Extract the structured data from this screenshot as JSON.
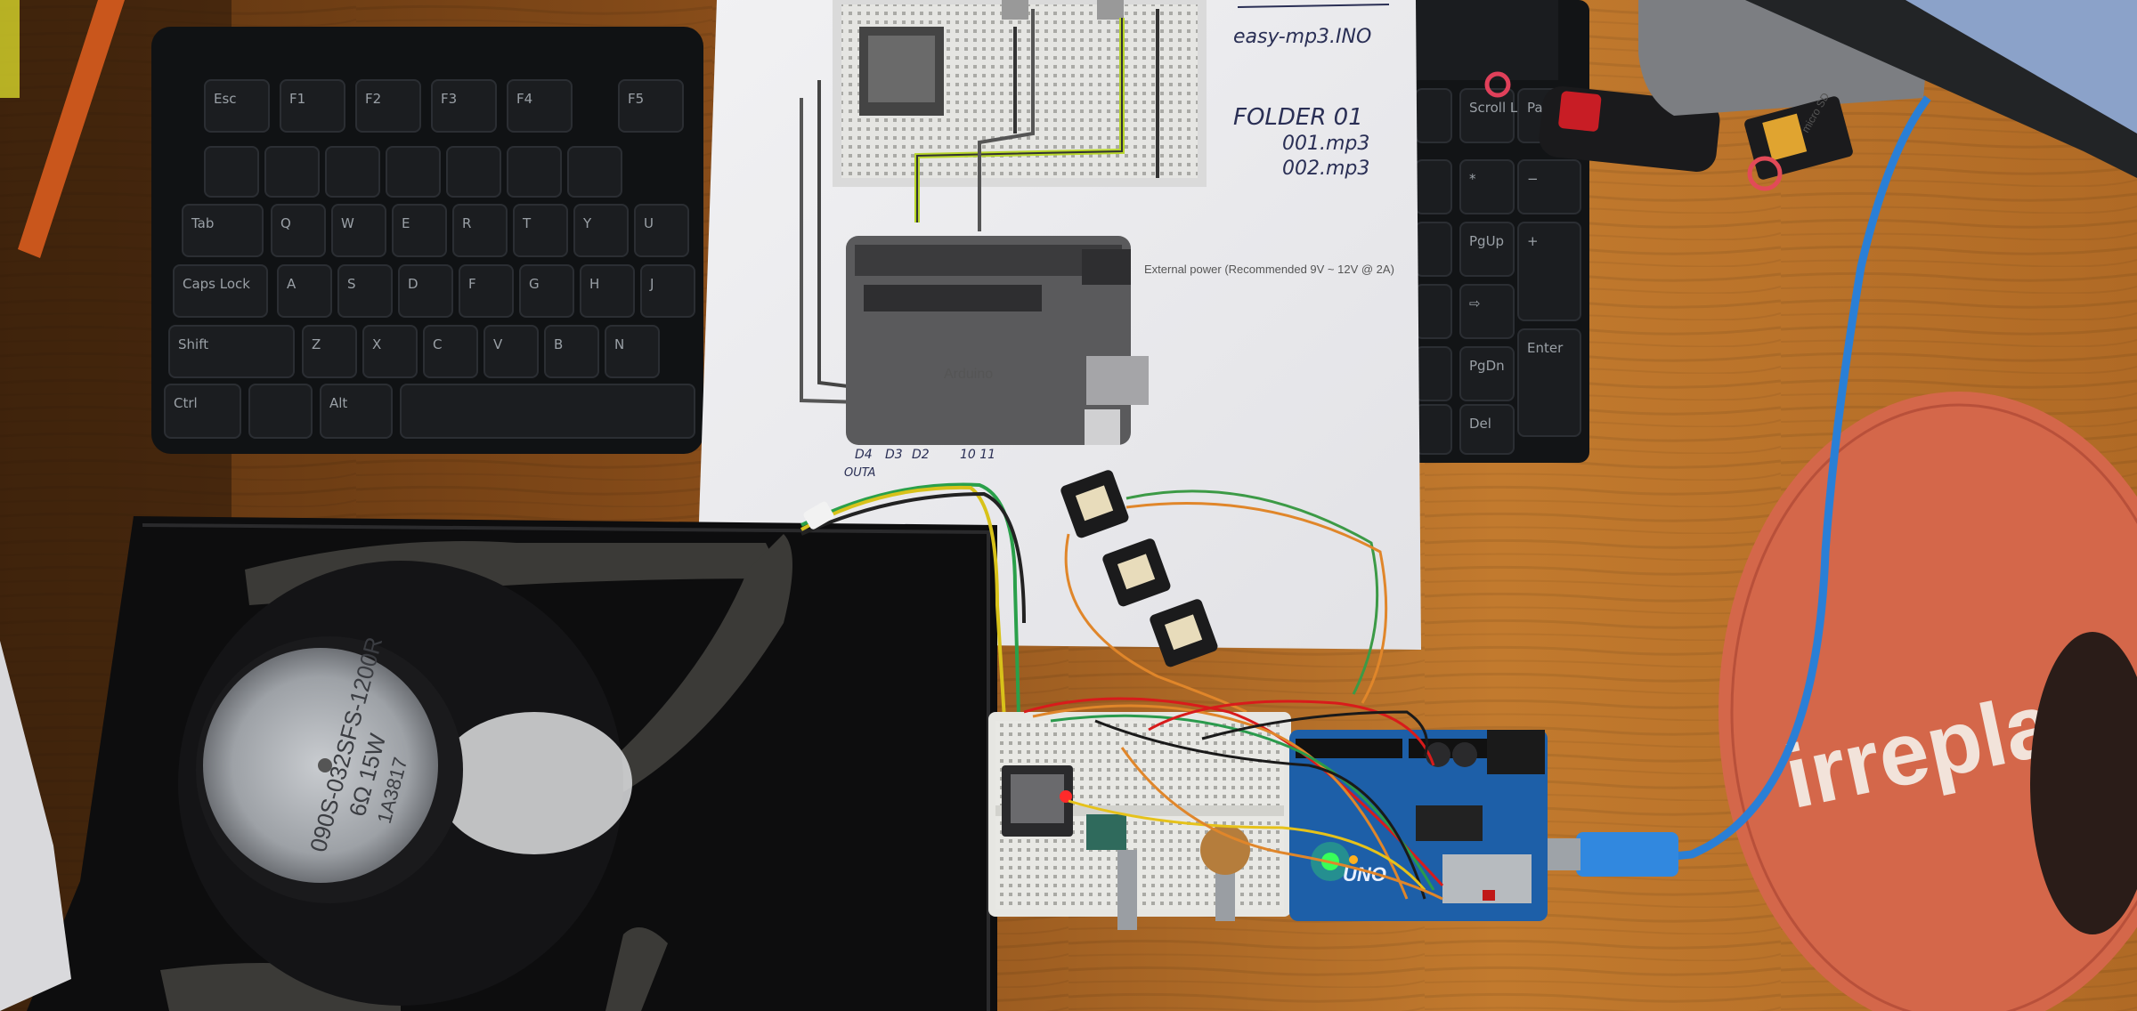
{
  "photo": {
    "description_tag": "arduino-mp3-player-desk-photo",
    "colors": {
      "desk": "#b86f28",
      "desk_dark": "#7a4413",
      "paper": "#eeeef0",
      "keyboard": "#16181b",
      "arduino": "#1d5fa8",
      "usb_cable": "#2a7fd6",
      "mousepad": "#d9694d",
      "speaker_box": "#0d0d0e",
      "breadboard": "#e6e6e2"
    }
  },
  "schematic": {
    "power_note": "External power  (Recommended 9V ~ 12V @ 2A)",
    "board_label": "Arduino",
    "pin_notes": [
      "D4",
      "D3",
      "D2",
      "10 11"
    ],
    "wire_note": "OUTA"
  },
  "handwritten_notes": {
    "line1": "easy-mp3.INO",
    "line2": "FOLDER 01",
    "line3": "001.mp3",
    "line4": "002.mp3"
  },
  "speaker": {
    "line1": "090S-032SFS-1200R",
    "line2": "6Ω  15W",
    "line3": "1A3817"
  },
  "arduino_board": {
    "logo": "UNO"
  },
  "mousepad": {
    "text": "irrepla"
  },
  "sd_card": {
    "text": "micro SD"
  },
  "keyboard_left": {
    "keys_row1": [
      "Esc",
      "F1",
      "F2",
      "F3",
      "F4",
      "F5"
    ],
    "keys_row3": [
      "Q",
      "W",
      "E",
      "R",
      "T",
      "Y",
      "U"
    ],
    "keys_row4": [
      "A",
      "S",
      "D",
      "F",
      "G",
      "H",
      "J"
    ],
    "keys_row5": [
      "Z",
      "X",
      "C",
      "V",
      "B",
      "N"
    ],
    "tab": "Tab",
    "caps": "Caps Lock",
    "shift": "Shift",
    "ctrl": "Ctrl",
    "alt": "Alt"
  },
  "keyboard_right": {
    "scroll": "Scroll Lock",
    "pause": "Pause Break",
    "pgup": "PgUp",
    "pgdn": "PgDn",
    "enter": "Enter",
    "del": "Del"
  }
}
